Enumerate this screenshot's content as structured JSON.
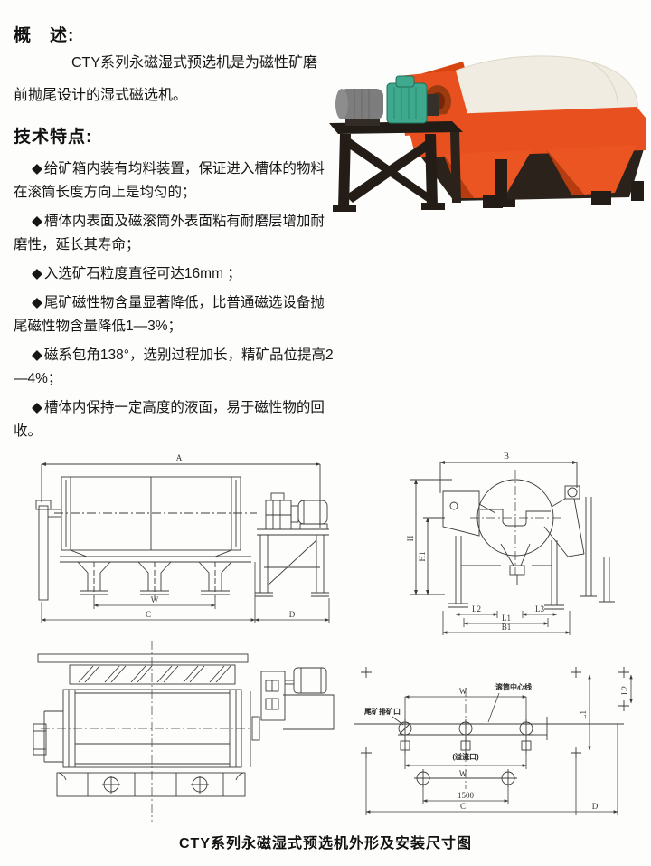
{
  "accent_colors": {
    "machine_orange": "#e8501f",
    "drum_white": "#f0ece2",
    "gearbox_teal": "#3fa98e",
    "frame_dark": "#241d17",
    "drawing_line": "#3a3a3a"
  },
  "overview": {
    "heading": "概　述:",
    "body": "CTY系列永磁湿式预选机是为磁性矿磨前抛尾设计的湿式磁选机。"
  },
  "features": {
    "heading": "技术特点:",
    "bullet_glyph": "◆",
    "items": [
      "给矿箱内装有均料装置，保证进入槽体的物料在滚筒长度方向上是均匀的；",
      "槽体内表面及磁滚筒外表面粘有耐磨层增加耐磨性，延长其寿命；",
      "入选矿石粒度直径可达16mm ；",
      "尾矿磁性物含量显著降低，比普通磁选设备抛尾磁性物含量降低1—3%；",
      "磁系包角138°，选别过程加长，精矿品位提高2—4%；",
      "槽体内保持一定高度的液面，易于磁性物的回收。"
    ]
  },
  "drawings": {
    "side_view": {
      "dim_a": "A",
      "dim_w": "W",
      "dim_c": "C",
      "dim_d": "D"
    },
    "end_view": {
      "dim_b": "B",
      "dim_h": "H",
      "dim_h1": "H1",
      "dim_l2": "L2",
      "dim_l1": "L1",
      "dim_l3": "L3",
      "dim_b1": "B1"
    },
    "foundation_plan": {
      "label_drum_centerline": "滚筒中心线",
      "label_tailings_port": "尾矿排矿口",
      "label_overflow_port": "(溢流口)",
      "dim_w_top": "W",
      "dim_w_bottom": "W",
      "dim_bolt_span": "1500",
      "dim_c": "C",
      "dim_d": "D",
      "dim_l1": "L1",
      "dim_l2": "L2"
    }
  },
  "caption": "CTY系列永磁湿式预选机外形及安装尺寸图"
}
